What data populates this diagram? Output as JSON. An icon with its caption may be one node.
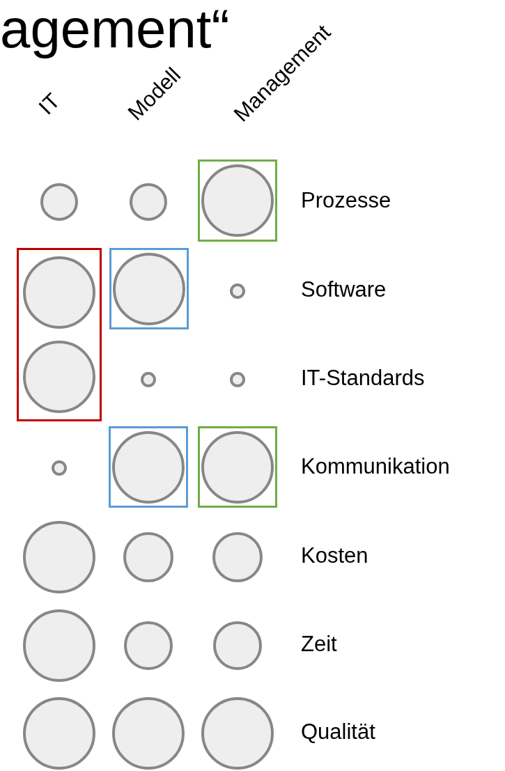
{
  "diagram": {
    "title": "agement“",
    "nodes": [
      {
        "text": [],
        "shape": "circle"
      },
      {
        "text": [],
        "shape": "circle"
      },
      {
        "text": [],
        "shape": "box"
      },
      {
        "text": [],
        "shape": "circle",
        "in": 2
      },
      {
        "text": [],
        "shape": "box"
      },
      {
        "text": [],
        "shape": "circle",
        "in": 4
      },
      {
        "text": [],
        "shape": "circle",
        "in": 4
      },
      {
        "text": [],
        "shape": "box"
      },
      {
        "text": [],
        "shape": "circle",
        "in": 7
      },
      {
        "text": [],
        "shape": "circle"
      },
      {
        "text": [],
        "shape": "circle"
      },
      {
        "text": [],
        "shape": "circle"
      },
      {
        "text": [],
        "shape": "circle"
      },
      {
        "text": [],
        "shape": "box"
      },
      {
        "text": [],
        "shape": "circle",
        "in": 13
      },
      {
        "text": [],
        "shape": "box"
      },
      {
        "text": [],
        "shape": "circle",
        "in": 15
      },
      {
        "text": [],
        "shape": "circle"
      },
      {
        "text": [],
        "shape": "circle"
      },
      {
        "text": [],
        "shape": "circle"
      },
      {
        "text": [],
        "shape": "circle"
      },
      {
        "text": [],
        "shape": "circle"
      },
      {
        "text": [],
        "shape": "circle"
      },
      {
        "text": [],
        "shape": "circle"
      },
      {
        "text": [],
        "shape": "circle"
      },
      {
        "text": [],
        "shape": "circle"
      }
    ],
    "labels": [
      "IT",
      "Modell",
      "Management",
      "Prozesse",
      "Software",
      "IT-Standards",
      "Kommunikation",
      "Kosten",
      "Zeit",
      "Qualität"
    ]
  }
}
